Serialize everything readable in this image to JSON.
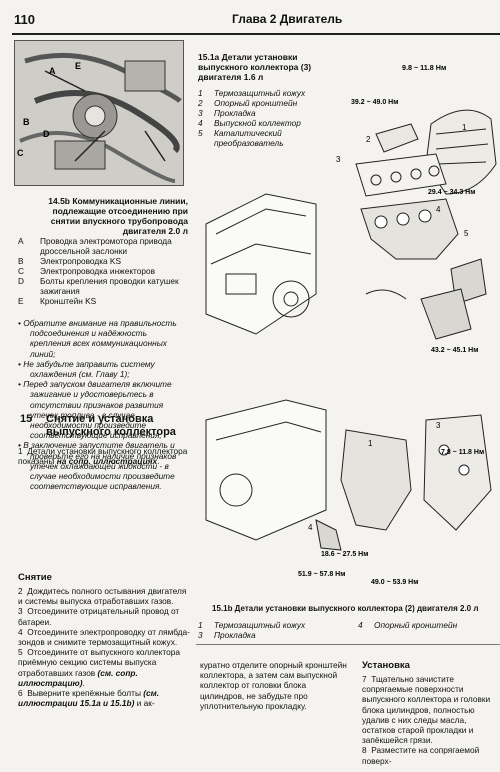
{
  "header": {
    "page_number": "110",
    "chapter_title": "Глава 2 Двигатель"
  },
  "photo": {
    "labels": [
      "A",
      "B",
      "C",
      "D",
      "E"
    ]
  },
  "fig_145b": {
    "caption": "14.5b Коммуникационные линии, подлежащие отсоединению при снятии впускного трубопровода двигателя 2.0 л",
    "legend": [
      {
        "key": "A",
        "text": "Проводка электромотора привода дроссельной заслонки"
      },
      {
        "key": "B",
        "text": "Электропроводка KS"
      },
      {
        "key": "C",
        "text": "Электропроводка инжекторов"
      },
      {
        "key": "D",
        "text": "Болты крепления проводки катушек зажигания"
      },
      {
        "key": "E",
        "text": "Кронштейн KS"
      }
    ]
  },
  "bullets": [
    "Обратите внимание на правильность подсоединения и надёжность крепления всех коммуникационных линий;",
    "Не забудьте заправить систему охлаждения (см. Главу 1);",
    "Перед запуском двигателя включите зажигание и удостоверьтесь в отсутствии признаков развития утечек топлива - в случае необходимости произведите соответствующие исправления;",
    "В заключение запустите двигатель и проверьте его на наличие признаков утечек охлаждающей жидкости - в случае необходимости произведите соответствующие исправления."
  ],
  "section": {
    "number": "15",
    "title": "Снятие и установка выпускного коллектора"
  },
  "intro": {
    "num": "1",
    "text_a": "Детали установки выпускного коллектора показаны ",
    "text_b": "на сопр. иллюстрациях",
    "text_c": "."
  },
  "removal": {
    "heading": "Снятие",
    "steps": [
      {
        "num": "2",
        "text": "Дождитесь полного остывания двигателя и системы выпуска отработавших газов."
      },
      {
        "num": "3",
        "text": "Отсоедините отрицательный провод от батареи."
      },
      {
        "num": "4",
        "text": "Отсоедините электропроводку от лямбда-зондов и снимите термозащитный кожух."
      },
      {
        "num": "5",
        "text": "Отсоедините от выпускного коллектора приёмную секцию системы выпуска отработавших газов ",
        "emph": "(см. сопр. иллюстрацию)",
        "tail": "."
      },
      {
        "num": "6",
        "text": "Выверните крепёжные болты ",
        "emph": "(см. иллюстрации 15.1a и 15.1b)",
        "tail": " и ак-"
      }
    ]
  },
  "fig_151a": {
    "title": "15.1a Детали установки выпускного коллектора (3) двигателя 1.6 л",
    "legend": [
      {
        "key": "1",
        "text": "Термозащитный кожух"
      },
      {
        "key": "2",
        "text": "Опорный кронштейн"
      },
      {
        "key": "3",
        "text": "Прокладка"
      },
      {
        "key": "4",
        "text": "Выпускной коллектор"
      },
      {
        "key": "5",
        "text": "Каталитический преобразователь"
      }
    ],
    "torques": [
      "9.8 ~ 11.8 Нм",
      "39.2 ~ 49.0 Нм",
      "29.4 ~ 34.3 Нм",
      "43.2 ~ 45.1 Нм"
    ],
    "callouts": [
      "1",
      "2",
      "3",
      "4",
      "5"
    ]
  },
  "fig_151b": {
    "caption": "15.1b Детали установки выпускного коллектора (2) двигателя 2.0 л",
    "legend": [
      {
        "key": "1",
        "text": "Термозащитный кожух"
      },
      {
        "key": "3",
        "text": "Прокладка"
      },
      {
        "key": "4",
        "text": "Опорный кронштейн"
      }
    ],
    "torques": [
      "7.8 ~ 11.8 Нм",
      "18.6 ~ 27.5 Нм",
      "51.9 ~ 57.8 Нм",
      "49.0 ~ 53.9 Нм"
    ],
    "callouts": [
      "1",
      "3",
      "4"
    ]
  },
  "continuation": {
    "text": "куратно отделите опорный кронштейн коллектора, а затем сам выпускной коллектор от головки блока цилиндров, не забудьте про уплотнительную прокладку."
  },
  "installation": {
    "heading": "Установка",
    "steps": [
      {
        "num": "7",
        "text": "Тщательно зачистите сопрягаемые поверхности выпускного коллектора и головки блока цилиндров, полностью удалив с них следы масла, остатков старой прокладки и запёкшейся грязи."
      },
      {
        "num": "8",
        "text": "Разместите на сопрягаемой поверх-"
      }
    ]
  }
}
